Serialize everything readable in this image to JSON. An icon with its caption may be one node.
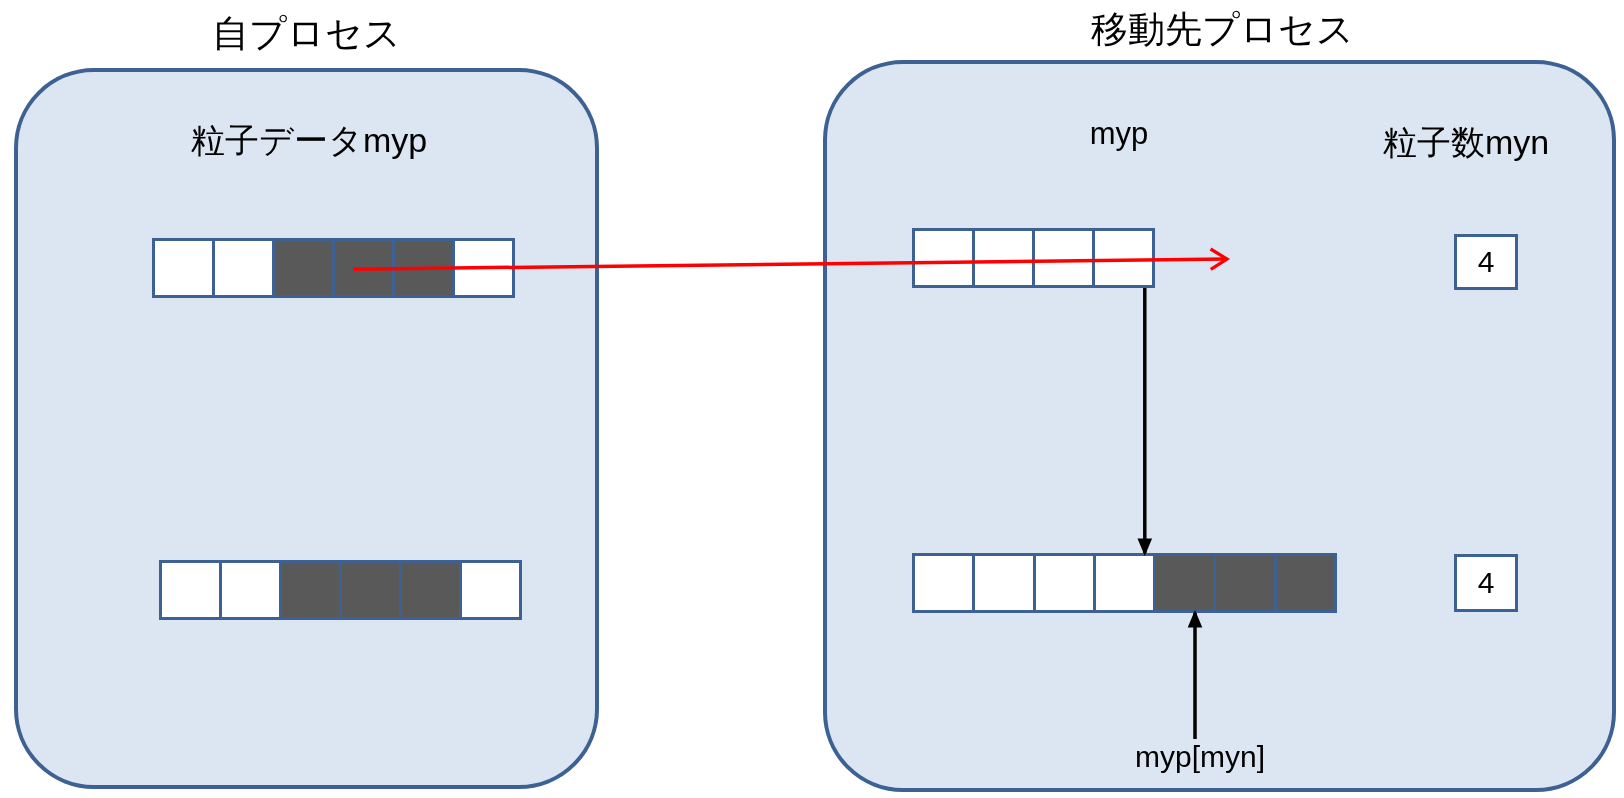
{
  "diagram": {
    "nodes": [
      {
        "text": [
          "自プロセス",
          "粒子データmyp"
        ]
      },
      {
        "text": [],
        "shape": "bar",
        "in": 0
      },
      {
        "text": [],
        "shape": "bar",
        "in": 0
      },
      {
        "text": [
          "移動先プロセス",
          "myp",
          "粒子数myn"
        ]
      },
      {
        "text": [],
        "shape": "bar",
        "in": 3
      },
      {
        "text": [
          "4"
        ],
        "in": 3
      },
      {
        "text": [],
        "shape": "bar",
        "in": 3
      },
      {
        "text": [
          "4"
        ],
        "in": 3
      },
      {
        "text": [
          "myp[myn]"
        ],
        "in": 3
      }
    ],
    "edges": [
      {
        "from": 1,
        "to": null,
        "arrow": "to",
        "color": "#ff0000"
      },
      {
        "from": 4,
        "to": 6,
        "arrow": "to"
      },
      {
        "from": 8,
        "to": 6,
        "arrow": "to"
      }
    ]
  }
}
